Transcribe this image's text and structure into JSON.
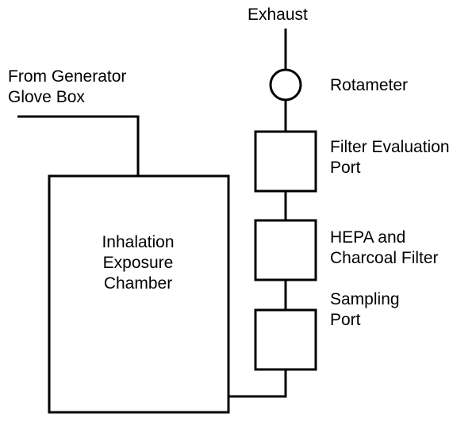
{
  "diagram": {
    "exhaust_label": "Exhaust",
    "source_label_line1": "From Generator",
    "source_label_line2": "Glove Box",
    "chamber_label_line1": "Inhalation",
    "chamber_label_line2": "Exposure",
    "chamber_label_line3": "Chamber",
    "rotameter_label": "Rotameter",
    "filter_eval_label_line1": "Filter Evaluation",
    "filter_eval_label_line2": "Port",
    "hepa_label_line1": "HEPA and",
    "hepa_label_line2": "Charcoal Filter",
    "sampling_label_line1": "Sampling",
    "sampling_label_line2": "Port"
  },
  "colors": {
    "line": "#000000",
    "background": "#ffffff"
  }
}
